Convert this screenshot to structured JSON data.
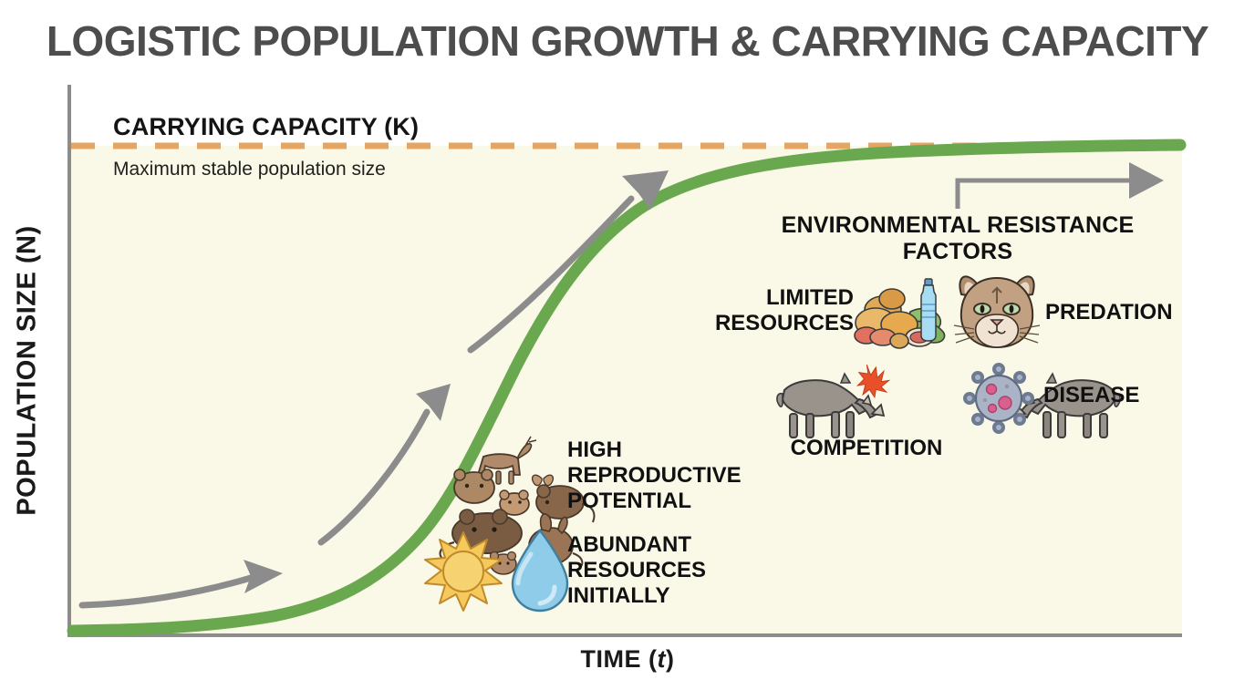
{
  "title": "LOGISTIC POPULATION GROWTH & CARRYING CAPACITY",
  "axes": {
    "y_label": "POPULATION SIZE (N)",
    "x_label_main": "TIME (",
    "x_label_italic": "t",
    "x_label_close": ")"
  },
  "carrying_capacity": {
    "heading": "CARRYING CAPACITY (K)",
    "subtext": "Maximum stable population size"
  },
  "annotations": {
    "environmental_resistance": "ENVIRONMENTAL RESISTANCE\nFACTORS",
    "limited_resources": "LIMITED\nRESOURCES",
    "predation": "PREDATION",
    "competition": "COMPETITION",
    "disease": "DISEASE",
    "high_reproductive_potential": "HIGH\nREPRODUCTIVE\nPOTENTIAL",
    "abundant_resources": "ABUNDANT\nRESOURCES\nINITIALLY"
  },
  "icons": {
    "food_bottle": "food-and-water-bottle-icon",
    "cougar": "cougar-head-icon",
    "rhinos": "two-rhinos-clashing-icon",
    "virus": "virus-icon",
    "small_mammals": "group-of-small-mammals-icon",
    "sun": "sun-icon",
    "water_drop": "water-drop-icon"
  },
  "colors": {
    "title_gray": "#4d4d4d",
    "curve_green": "#6aa84f",
    "dashed_orange": "#e5a663",
    "arrow_gray": "#8c8c8c",
    "plot_background": "#FAF8E6",
    "axis_gray": "#8c8c8c",
    "page_background": "#ffffff",
    "text_black": "#111111"
  },
  "chart_data": {
    "type": "line",
    "title": "LOGISTIC POPULATION GROWTH & CARRYING CAPACITY",
    "xlabel": "TIME (t)",
    "ylabel": "POPULATION SIZE (N)",
    "grid": false,
    "legend": "none",
    "xlim": [
      0,
      100
    ],
    "ylim": [
      0,
      110
    ],
    "axis_ticks": {
      "x": [],
      "y": []
    },
    "series": [
      {
        "name": "Logistic growth curve N(t)",
        "color": "#6aa84f",
        "style": "solid",
        "x": [
          0,
          5,
          10,
          15,
          20,
          25,
          30,
          35,
          40,
          45,
          50,
          55,
          60,
          65,
          70,
          75,
          80,
          85,
          90,
          95,
          100
        ],
        "y": [
          2,
          2.5,
          3.2,
          4.5,
          6.5,
          9.5,
          14,
          21,
          31,
          44,
          58,
          70,
          79,
          86,
          90.5,
          93.5,
          95.5,
          96.8,
          97.6,
          98.2,
          98.6
        ]
      },
      {
        "name": "Carrying capacity (K)",
        "color": "#e5a663",
        "style": "dashed",
        "constant_y": 100,
        "x": [
          0,
          100
        ],
        "y": [
          100,
          100
        ]
      }
    ],
    "annotations": [
      {
        "text": "CARRYING CAPACITY (K)",
        "x": 4,
        "y": 106,
        "role": "k-line-heading"
      },
      {
        "text": "Maximum stable population size",
        "x": 4,
        "y": 94,
        "role": "k-line-subtext"
      },
      {
        "text": "ENVIRONMENTAL RESISTANCE FACTORS",
        "x": 66,
        "y": 76,
        "role": "phase-label-plateau"
      },
      {
        "text": "HIGH REPRODUCTIVE POTENTIAL",
        "x": 46,
        "y": 38,
        "role": "phase-label-exponential"
      },
      {
        "text": "ABUNDANT RESOURCES INITIALLY",
        "x": 46,
        "y": 20,
        "role": "phase-label-lag"
      },
      {
        "text": "LIMITED RESOURCES",
        "x": 62,
        "y": 68,
        "role": "resistance-factor"
      },
      {
        "text": "PREDATION",
        "x": 88,
        "y": 68,
        "role": "resistance-factor"
      },
      {
        "text": "COMPETITION",
        "x": 70,
        "y": 54,
        "role": "resistance-factor"
      },
      {
        "text": "DISEASE",
        "x": 88,
        "y": 57,
        "role": "resistance-factor"
      }
    ],
    "growth_arrows": [
      {
        "label": "lag-phase-arrow",
        "from_x": 2,
        "to_x": 20,
        "direction": "up-right"
      },
      {
        "label": "exponential-phase-arrow",
        "from_x": 24,
        "to_x": 38,
        "direction": "up-right"
      },
      {
        "label": "deceleration-phase-arrow",
        "from_x": 40,
        "to_x": 56,
        "direction": "up-right"
      },
      {
        "label": "plateau-phase-arrow",
        "from_x": 72,
        "to_x": 98,
        "direction": "right"
      }
    ]
  }
}
